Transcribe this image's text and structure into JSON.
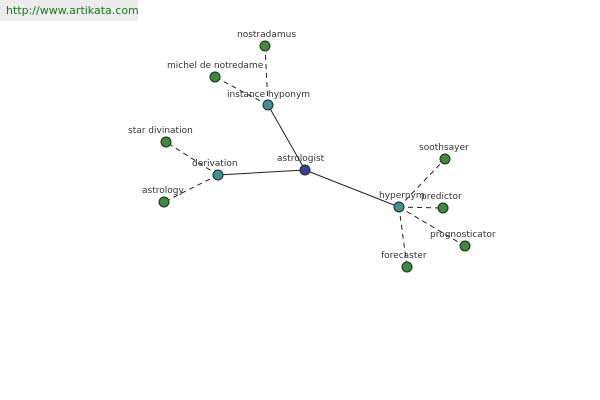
{
  "source_url": "http://www.artikata.com",
  "colors": {
    "root_node": "#3a3f8f",
    "relation_node": "#3f8f94",
    "leaf_node": "#3f8a3f",
    "edge": "#222222",
    "label": "#333333",
    "url_text": "#1a7a1a"
  },
  "nodes": [
    {
      "id": "astrologist",
      "label": "astrologist",
      "kind": "root"
    },
    {
      "id": "instance_hyponym",
      "label": "instance hyponym",
      "kind": "relation"
    },
    {
      "id": "derivation",
      "label": "derivation",
      "kind": "relation"
    },
    {
      "id": "hypernym",
      "label": "hypernym",
      "kind": "relation"
    },
    {
      "id": "nostradamus",
      "label": "nostradamus",
      "kind": "leaf"
    },
    {
      "id": "michel_de_notredame",
      "label": "michel de notredame",
      "kind": "leaf"
    },
    {
      "id": "star_divination",
      "label": "star divination",
      "kind": "leaf"
    },
    {
      "id": "astrology",
      "label": "astrology",
      "kind": "leaf"
    },
    {
      "id": "soothsayer",
      "label": "soothsayer",
      "kind": "leaf"
    },
    {
      "id": "predictor",
      "label": "predictor",
      "kind": "leaf"
    },
    {
      "id": "prognosticator",
      "label": "prognosticator",
      "kind": "leaf"
    },
    {
      "id": "forecaster",
      "label": "forecaster",
      "kind": "leaf"
    }
  ],
  "edges": [
    {
      "from": "astrologist",
      "to": "instance_hyponym",
      "style": "solid"
    },
    {
      "from": "astrologist",
      "to": "derivation",
      "style": "solid"
    },
    {
      "from": "astrologist",
      "to": "hypernym",
      "style": "solid"
    },
    {
      "from": "instance_hyponym",
      "to": "nostradamus",
      "style": "dashed"
    },
    {
      "from": "instance_hyponym",
      "to": "michel_de_notredame",
      "style": "dashed"
    },
    {
      "from": "derivation",
      "to": "star_divination",
      "style": "dashed"
    },
    {
      "from": "derivation",
      "to": "astrology",
      "style": "dashed"
    },
    {
      "from": "hypernym",
      "to": "soothsayer",
      "style": "dashed"
    },
    {
      "from": "hypernym",
      "to": "predictor",
      "style": "dashed"
    },
    {
      "from": "hypernym",
      "to": "prognosticator",
      "style": "dashed"
    },
    {
      "from": "hypernym",
      "to": "forecaster",
      "style": "dashed"
    }
  ]
}
